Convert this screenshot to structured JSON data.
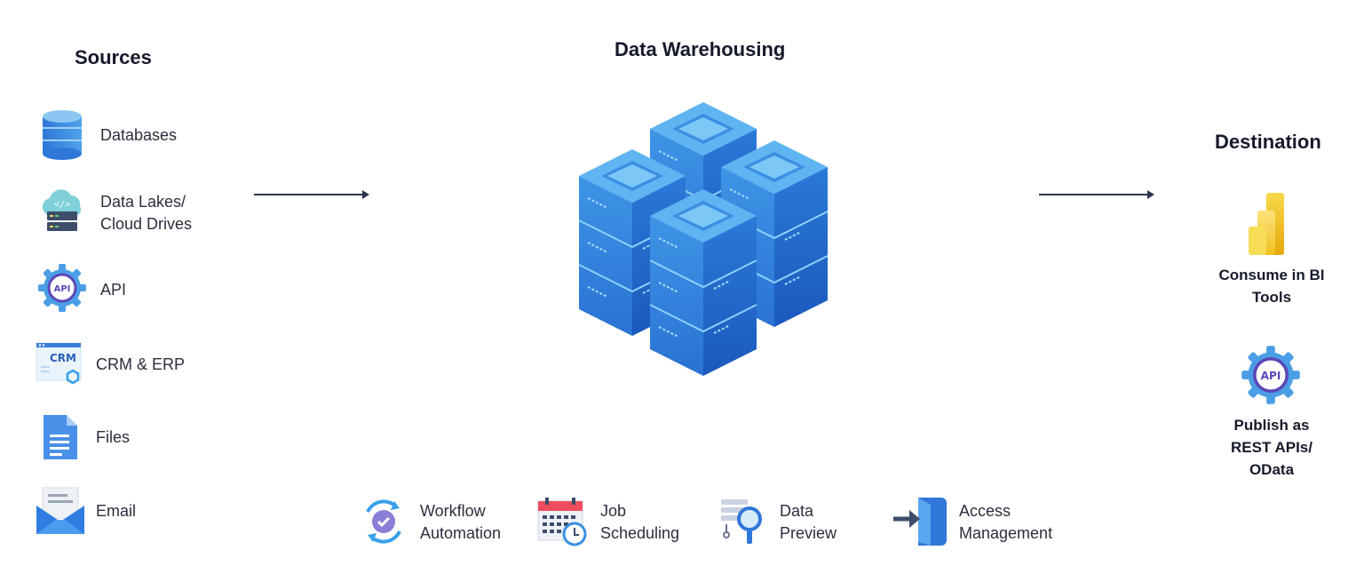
{
  "sources": {
    "title": "Sources",
    "items": [
      {
        "label": "Databases",
        "icon": "database-icon"
      },
      {
        "label_line1": "Data Lakes/",
        "label_line2": "Cloud Drives",
        "icon": "cloud-server-icon"
      },
      {
        "label": "API",
        "icon": "api-gear-icon"
      },
      {
        "label": "CRM & ERP",
        "icon": "crm-window-icon"
      },
      {
        "label": "Files",
        "icon": "document-icon"
      },
      {
        "label": "Email",
        "icon": "envelope-icon"
      }
    ]
  },
  "warehouse": {
    "title": "Data Warehousing",
    "icon": "server-stack-icon"
  },
  "destination": {
    "title": "Destination",
    "items": [
      {
        "label_line1": "Consume in BI",
        "label_line2": "Tools",
        "icon": "power-bi-icon"
      },
      {
        "label_line1": "Publish as",
        "label_line2": "REST APIs/",
        "label_line3": "OData",
        "icon": "api-gear-icon"
      }
    ]
  },
  "features": [
    {
      "line1": "Workflow",
      "line2": "Automation",
      "icon": "workflow-cycle-icon"
    },
    {
      "line1": "Job",
      "line2": "Scheduling",
      "icon": "calendar-clock-icon"
    },
    {
      "line1": "Data",
      "line2": "Preview",
      "icon": "magnifier-preview-icon"
    },
    {
      "line1": "Access",
      "line2": "Management",
      "icon": "access-login-icon"
    }
  ],
  "colors": {
    "arrow": "#2c3650",
    "blue": "#3b8fe0",
    "dark_blue": "#1e63c4",
    "light_blue": "#7cc4ee",
    "yellow": "#f2c811",
    "purple_ring": "#5b48b8"
  }
}
